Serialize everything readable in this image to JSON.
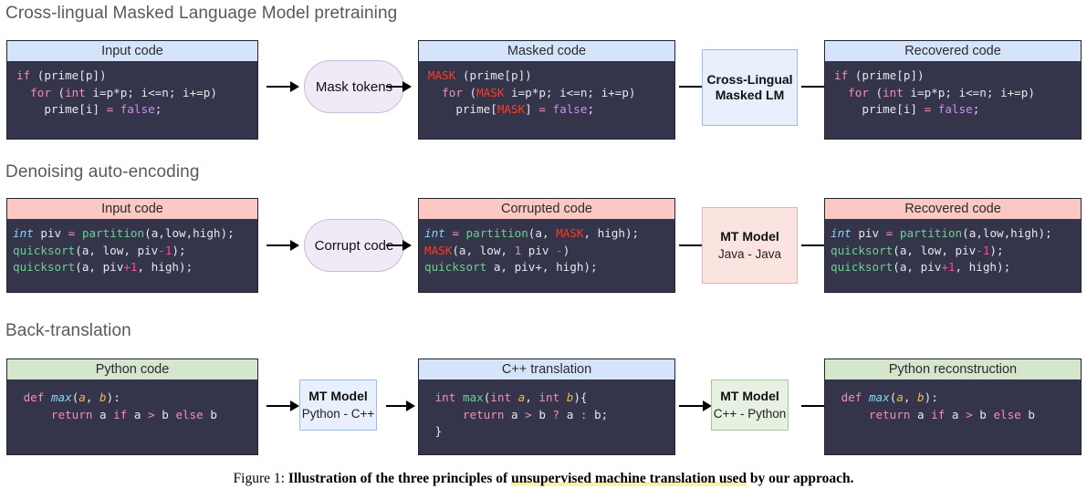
{
  "sections": [
    {
      "title": "Cross-lingual Masked Language Model pretraining"
    },
    {
      "title": "Denoising auto-encoding"
    },
    {
      "title": "Back-translation"
    }
  ],
  "row1": {
    "input_panel": {
      "header": "Input code",
      "header_color": "#d6e4fb"
    },
    "masked_panel": {
      "header": "Masked code",
      "header_color": "#d6e4fb"
    },
    "recovered_panel": {
      "header": "Recovered code",
      "header_color": "#d6e4fb"
    },
    "bubble": {
      "label": "Mask tokens"
    },
    "model": {
      "title_line1": "Cross-Lingual",
      "title_line2": "Masked LM",
      "fill": "#e8f0fd",
      "border": "#9bbde8"
    },
    "input_code": [
      [
        {
          "t": "if",
          "c": "kw"
        },
        {
          "t": " (prime[p])",
          "c": "pl"
        }
      ],
      [
        {
          "t": "  ",
          "c": "pl"
        },
        {
          "t": "for",
          "c": "kw"
        },
        {
          "t": " (",
          "c": "pl"
        },
        {
          "t": "int",
          "c": "typ2"
        },
        {
          "t": " i=p*p; i<=n; i+=p)",
          "c": "pl"
        }
      ],
      [
        {
          "t": "    prime[i] ",
          "c": "pl"
        },
        {
          "t": "=",
          "c": "op"
        },
        {
          "t": " ",
          "c": "pl"
        },
        {
          "t": "false",
          "c": "kw2"
        },
        {
          "t": ";",
          "c": "pl"
        }
      ]
    ],
    "masked_code": [
      [
        {
          "t": "MASK",
          "c": "mask"
        },
        {
          "t": " (prime[p])",
          "c": "pl"
        }
      ],
      [
        {
          "t": "  ",
          "c": "pl"
        },
        {
          "t": "for",
          "c": "kw"
        },
        {
          "t": " (",
          "c": "pl"
        },
        {
          "t": "MASK",
          "c": "mask"
        },
        {
          "t": " i=p*p; i<=n; i+=p)",
          "c": "pl"
        }
      ],
      [
        {
          "t": "    prime[",
          "c": "pl"
        },
        {
          "t": "MASK",
          "c": "mask"
        },
        {
          "t": "] ",
          "c": "pl"
        },
        {
          "t": "=",
          "c": "op"
        },
        {
          "t": " ",
          "c": "pl"
        },
        {
          "t": "false",
          "c": "kw2"
        },
        {
          "t": ";",
          "c": "pl"
        }
      ]
    ],
    "recovered_code": [
      [
        {
          "t": "if",
          "c": "kw"
        },
        {
          "t": " (prime[p])",
          "c": "pl"
        }
      ],
      [
        {
          "t": "  ",
          "c": "pl"
        },
        {
          "t": "for",
          "c": "kw"
        },
        {
          "t": " (",
          "c": "pl"
        },
        {
          "t": "int",
          "c": "typ2"
        },
        {
          "t": " i=p*p; i<=n; i+=p)",
          "c": "pl"
        }
      ],
      [
        {
          "t": "    prime[i] ",
          "c": "pl"
        },
        {
          "t": "=",
          "c": "op"
        },
        {
          "t": " ",
          "c": "pl"
        },
        {
          "t": "false",
          "c": "kw2"
        },
        {
          "t": ";",
          "c": "pl"
        }
      ]
    ]
  },
  "row2": {
    "input_panel": {
      "header": "Input code",
      "header_color": "#fcc8c4"
    },
    "corrupted_panel": {
      "header": "Corrupted code",
      "header_color": "#fcc8c4"
    },
    "recovered_panel": {
      "header": "Recovered code",
      "header_color": "#fcc8c4"
    },
    "bubble": {
      "label": "Corrupt code"
    },
    "model": {
      "title_line1": "MT Model",
      "title_line2": "Java - Java",
      "fill": "#fbe4e0",
      "border": "#e9b4ae"
    },
    "input_code": [
      [
        {
          "t": "int",
          "c": "typ"
        },
        {
          "t": " piv ",
          "c": "pl"
        },
        {
          "t": "=",
          "c": "op"
        },
        {
          "t": " ",
          "c": "pl"
        },
        {
          "t": "partition",
          "c": "fn"
        },
        {
          "t": "(a,low,high);",
          "c": "pl"
        }
      ],
      [
        {
          "t": "quicksort",
          "c": "fn"
        },
        {
          "t": "(a, low, piv",
          "c": "pl"
        },
        {
          "t": "-1",
          "c": "num2"
        },
        {
          "t": ");",
          "c": "pl"
        }
      ],
      [
        {
          "t": "quicksort",
          "c": "fn"
        },
        {
          "t": "(a, piv",
          "c": "pl"
        },
        {
          "t": "+1",
          "c": "num2"
        },
        {
          "t": ", high);",
          "c": "pl"
        }
      ]
    ],
    "corrupted_code": [
      [
        {
          "t": "int",
          "c": "typ"
        },
        {
          "t": " ",
          "c": "pl"
        },
        {
          "t": "=",
          "c": "op"
        },
        {
          "t": " ",
          "c": "pl"
        },
        {
          "t": "partition",
          "c": "fn"
        },
        {
          "t": "(a, ",
          "c": "pl"
        },
        {
          "t": "MASK",
          "c": "mask"
        },
        {
          "t": ", high);",
          "c": "pl"
        }
      ],
      [
        {
          "t": "MASK",
          "c": "mask"
        },
        {
          "t": "(a, low, ",
          "c": "pl"
        },
        {
          "t": "1",
          "c": "num"
        },
        {
          "t": " piv ",
          "c": "pl"
        },
        {
          "t": "-",
          "c": "num2"
        },
        {
          "t": ")",
          "c": "pl"
        }
      ],
      [
        {
          "t": "quicksort",
          "c": "fn"
        },
        {
          "t": " a, piv+, high);",
          "c": "pl"
        }
      ]
    ],
    "recovered_code": [
      [
        {
          "t": "int",
          "c": "typ"
        },
        {
          "t": " piv ",
          "c": "pl"
        },
        {
          "t": "=",
          "c": "op"
        },
        {
          "t": " ",
          "c": "pl"
        },
        {
          "t": "partition",
          "c": "fn"
        },
        {
          "t": "(a,low,high);",
          "c": "pl"
        }
      ],
      [
        {
          "t": "quicksort",
          "c": "fn"
        },
        {
          "t": "(a, low, piv",
          "c": "pl"
        },
        {
          "t": "-1",
          "c": "num2"
        },
        {
          "t": ");",
          "c": "pl"
        }
      ],
      [
        {
          "t": "quicksort",
          "c": "fn"
        },
        {
          "t": "(a, piv",
          "c": "pl"
        },
        {
          "t": "+1",
          "c": "num2"
        },
        {
          "t": ", high);",
          "c": "pl"
        }
      ]
    ]
  },
  "row3": {
    "python_panel": {
      "header": "Python code",
      "header_color": "#d4e6cd"
    },
    "cpp_panel": {
      "header": "C++ translation",
      "header_color": "#d6e4fb"
    },
    "recon_panel": {
      "header": "Python reconstruction",
      "header_color": "#d4e6cd"
    },
    "model_a": {
      "title_line1": "MT Model",
      "title_line2": "Python - C++",
      "fill": "#e8f0fd",
      "border": "#9bbde8"
    },
    "model_b": {
      "title_line1": "MT Model",
      "title_line2": "C++ - Python",
      "fill": "#e7f1e2",
      "border": "#a9c79c"
    },
    "python_code": [
      [
        {
          "t": " ",
          "c": "pl"
        },
        {
          "t": "def",
          "c": "kw"
        },
        {
          "t": " ",
          "c": "pl"
        },
        {
          "t": "max",
          "c": "typ"
        },
        {
          "t": "(",
          "c": "pl"
        },
        {
          "t": "a",
          "c": "arg"
        },
        {
          "t": ", ",
          "c": "pl"
        },
        {
          "t": "b",
          "c": "arg"
        },
        {
          "t": "):",
          "c": "pl"
        }
      ],
      [
        {
          "t": "     ",
          "c": "pl"
        },
        {
          "t": "return",
          "c": "kw"
        },
        {
          "t": " a ",
          "c": "pl"
        },
        {
          "t": "if",
          "c": "kw"
        },
        {
          "t": " a ",
          "c": "pl"
        },
        {
          "t": ">",
          "c": "op"
        },
        {
          "t": " b ",
          "c": "pl"
        },
        {
          "t": "else",
          "c": "kw"
        },
        {
          "t": " b",
          "c": "pl"
        }
      ]
    ],
    "cpp_code": [
      [
        {
          "t": " ",
          "c": "pl"
        },
        {
          "t": "int",
          "c": "kw"
        },
        {
          "t": " ",
          "c": "pl"
        },
        {
          "t": "max",
          "c": "fn"
        },
        {
          "t": "(",
          "c": "pl"
        },
        {
          "t": "int",
          "c": "kw"
        },
        {
          "t": " ",
          "c": "pl"
        },
        {
          "t": "a",
          "c": "arg"
        },
        {
          "t": ", ",
          "c": "pl"
        },
        {
          "t": "int",
          "c": "kw"
        },
        {
          "t": " ",
          "c": "pl"
        },
        {
          "t": "b",
          "c": "arg"
        },
        {
          "t": "){",
          "c": "pl"
        }
      ],
      [
        {
          "t": "     ",
          "c": "pl"
        },
        {
          "t": "return",
          "c": "kw"
        },
        {
          "t": " a ",
          "c": "pl"
        },
        {
          "t": ">",
          "c": "op"
        },
        {
          "t": " b ",
          "c": "pl"
        },
        {
          "t": "?",
          "c": "op"
        },
        {
          "t": " a ",
          "c": "pl"
        },
        {
          "t": ":",
          "c": "op"
        },
        {
          "t": " b;",
          "c": "pl"
        }
      ],
      [
        {
          "t": " }",
          "c": "pl"
        }
      ]
    ],
    "recon_code": [
      [
        {
          "t": " ",
          "c": "pl"
        },
        {
          "t": "def",
          "c": "kw"
        },
        {
          "t": " ",
          "c": "pl"
        },
        {
          "t": "max",
          "c": "typ"
        },
        {
          "t": "(",
          "c": "pl"
        },
        {
          "t": "a",
          "c": "arg"
        },
        {
          "t": ", ",
          "c": "pl"
        },
        {
          "t": "b",
          "c": "arg"
        },
        {
          "t": "):",
          "c": "pl"
        }
      ],
      [
        {
          "t": "     ",
          "c": "pl"
        },
        {
          "t": "return",
          "c": "kw"
        },
        {
          "t": " a ",
          "c": "pl"
        },
        {
          "t": "if",
          "c": "kw"
        },
        {
          "t": " a ",
          "c": "pl"
        },
        {
          "t": ">",
          "c": "op"
        },
        {
          "t": " b ",
          "c": "pl"
        },
        {
          "t": "else",
          "c": "kw"
        },
        {
          "t": " b",
          "c": "pl"
        }
      ]
    ]
  },
  "caption": {
    "number": "Figure 1: ",
    "text_before": "Illustration of the three principles of ",
    "text_highlight": "unsupervised machine translation used",
    "text_after": " by our approach."
  },
  "colors": {
    "code_bg": "#34344b",
    "highlight": "#fdf0a8",
    "title_text": "#5a5a5a"
  }
}
